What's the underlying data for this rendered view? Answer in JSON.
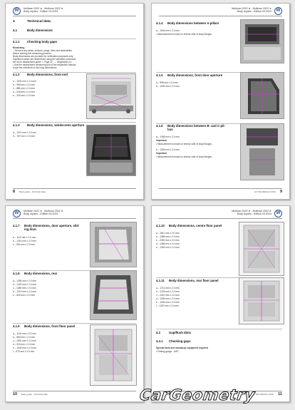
{
  "header": {
    "line1": "Multivan 2022 ➤ , Multivan 2022 ➤",
    "line2": "Body repairs - Edition 03.2024"
  },
  "footer": {
    "left_text": "Body guide - Technical data",
    "right_text": "AC TECHNICAL DATA"
  },
  "pages": {
    "p8": {
      "number": "8",
      "chapter": {
        "num": "4",
        "title": "Technical data"
      },
      "s41": {
        "num": "4.1",
        "title": "Body dimensions"
      },
      "s411": {
        "num": "4.1.1",
        "title": "Checking body gaps"
      },
      "s411_label": "Reworking",
      "s411_lines": [
        "–  Remove any seals, sensors, plugs, trims and assemblies",
        "    before starting the measuring process.",
        "Body dimensions are provided for verification purposes only.",
        "Gap/flush values are determined using the standard procedure",
        "set out in assessment guide ⇒ Page 42 , ... lengthwise (x).",
        "•  Use the assessment measuring tool of the respective manual",
        "    to get the reference to the body dimensions."
      ],
      "s412": {
        "num": "4.1.2",
        "title": "Body dimensions, front end"
      },
      "s412_values": [
        "a – 1624 mm ± 2.0 mm",
        "b – 980 mm ± 2.0 mm",
        "c – 885 mm ± 2.0 mm",
        "d – 518 mm ± 2.0 mm",
        "e – 420 mm ± 2.0 mm"
      ],
      "s413": {
        "num": "4.1.3",
        "title": "Body dimensions, windscreen aperture"
      },
      "s413_values": [
        "a – 1374 mm ± 2.0 mm",
        "b – 757 mm ± 2.0 mm"
      ]
    },
    "p9": {
      "number": "9",
      "s414": {
        "num": "4.1.4",
        "title": "Body dimensions between A-pillars"
      },
      "s414_lines": [
        "a – 1543 mm ± 2.0 mm",
        "•  Measurement is made on interior side of body flanges."
      ],
      "s415": {
        "num": "4.1.5",
        "title": "Body dimensions, front door aperture"
      },
      "s415_values": [
        "a – 996 mm ± 2.0 mm",
        "b – 1040 mm ± 2.0 mm"
      ],
      "s416": {
        "num": "4.1.6",
        "title": "Body dimensions between B- and C-pil-",
        "title2": "lars"
      },
      "s416_lines": [
        "a – 1358 mm ± 2.0 mm",
        "Important",
        "•  Measurement is made on interior side of body flanges.",
        "b – 1359 mm ± 2.0 mm",
        "Important",
        "•  Measurement is made on interior side of body flanges."
      ]
    },
    "p10": {
      "number": "10",
      "s417": {
        "num": "4.1.7",
        "title": "Body dimensions, door aperture, slid-",
        "title2": "ing door"
      },
      "s417_values": [
        "a – 1113 mm ± 2.0 mm",
        "b – 1314 mm ± 2.0 mm",
        "c – 930 mm ± 2.0 mm"
      ],
      "s418": {
        "num": "4.1.8",
        "title": "Body dimensions, rear"
      },
      "s418_values": [
        "a – 1284 mm ± 2.0 mm",
        "b – 1341 mm ± 2.0 mm",
        "c – 1285 mm ± 2.0 mm",
        "d – 1213 mm ± 2.0 mm",
        "e – 840 mm ± 2.0 mm"
      ],
      "s419": {
        "num": "4.1.9",
        "title": "Body dimensions, front floor panel"
      },
      "s419_values": [
        "a – 1124 mm ± 2.0 mm",
        "b – 584 mm ± 2.0 mm",
        "c – 1090 mm ± 2.0 mm",
        "d – 915 mm ± 2.0 mm",
        "e – 1040 mm ± 2.0 mm",
        "f – 670 mm ± 2.0 mm"
      ]
    },
    "p11": {
      "number": "11",
      "s4110": {
        "num": "4.1.10",
        "title": "Body dimensions, centre floor panel"
      },
      "s4110_values": [
        "a – 1811 mm ± 2.0 mm",
        "b – 1385 mm ± 2.0 mm",
        "c – 2390 mm ± 2.0 mm",
        "d – 1365 mm ± 2.0 mm",
        "e – 1362 mm ± 2.0 mm"
      ],
      "s4111": {
        "num": "4.1.11",
        "title": "Body dimensions, rear floor panel"
      },
      "s4111_values": [
        "a – 1714 mm ± 2.0 mm",
        "b – 1225 mm ± 2.0 mm",
        "c – 2410 mm ± 2.0 mm",
        "d – 1334 mm ± 2.0 mm",
        "e – 1034 mm ± 2.0 mm",
        "f – 1257 mm ± 2.0 mm"
      ],
      "s42": {
        "num": "4.2",
        "title": "Gap/flush dims"
      },
      "s421": {
        "num": "4.2.1",
        "title": "Checking gaps"
      },
      "s421_lines": [
        "Special tools and workshop equipment required",
        "•  Feeling gauge - ASP..."
      ]
    }
  },
  "watermark": "CarGeometry"
}
